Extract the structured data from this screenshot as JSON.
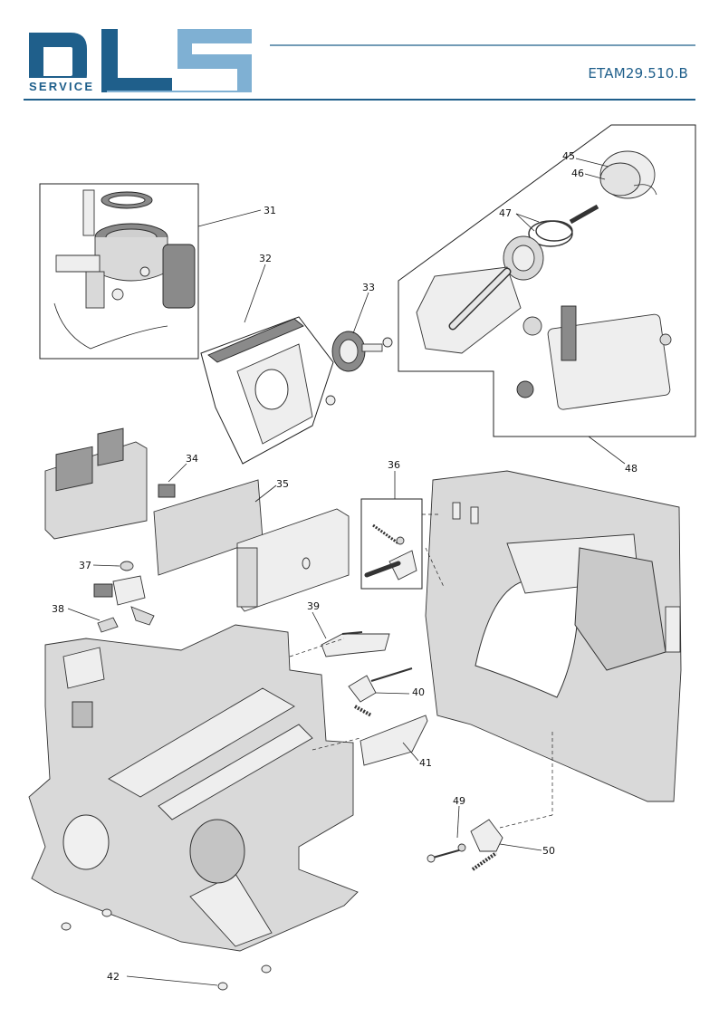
{
  "brand": {
    "logo_text": "DLS",
    "logo_subtext": "SERVICE",
    "primary_color": "#1f5f8b",
    "secondary_color": "#7fb0d3"
  },
  "document": {
    "code": "ETAM29.510.B"
  },
  "callouts": {
    "c31": "31",
    "c32": "32",
    "c33": "33",
    "c34": "34",
    "c35": "35",
    "c36": "36",
    "c37": "37",
    "c38": "38",
    "c39": "39",
    "c40": "40",
    "c41": "41",
    "c42": "42",
    "c45": "45",
    "c46": "46",
    "c47": "47",
    "c48": "48",
    "c49": "49",
    "c50": "50"
  }
}
